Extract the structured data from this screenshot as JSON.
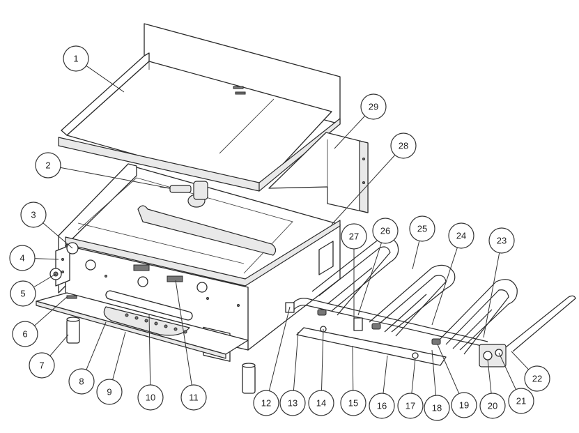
{
  "diagram": {
    "callouts": [
      {
        "label": "1"
      },
      {
        "label": "2"
      },
      {
        "label": "3"
      },
      {
        "label": "4"
      },
      {
        "label": "5"
      },
      {
        "label": "6"
      },
      {
        "label": "7"
      },
      {
        "label": "8"
      },
      {
        "label": "9"
      },
      {
        "label": "10"
      },
      {
        "label": "11"
      },
      {
        "label": "12"
      },
      {
        "label": "13"
      },
      {
        "label": "14"
      },
      {
        "label": "15"
      },
      {
        "label": "16"
      },
      {
        "label": "17"
      },
      {
        "label": "18"
      },
      {
        "label": "19"
      },
      {
        "label": "20"
      },
      {
        "label": "21"
      },
      {
        "label": "22"
      },
      {
        "label": "23"
      },
      {
        "label": "24"
      },
      {
        "label": "25"
      },
      {
        "label": "26"
      },
      {
        "label": "27"
      },
      {
        "label": "28"
      },
      {
        "label": "29"
      }
    ]
  }
}
